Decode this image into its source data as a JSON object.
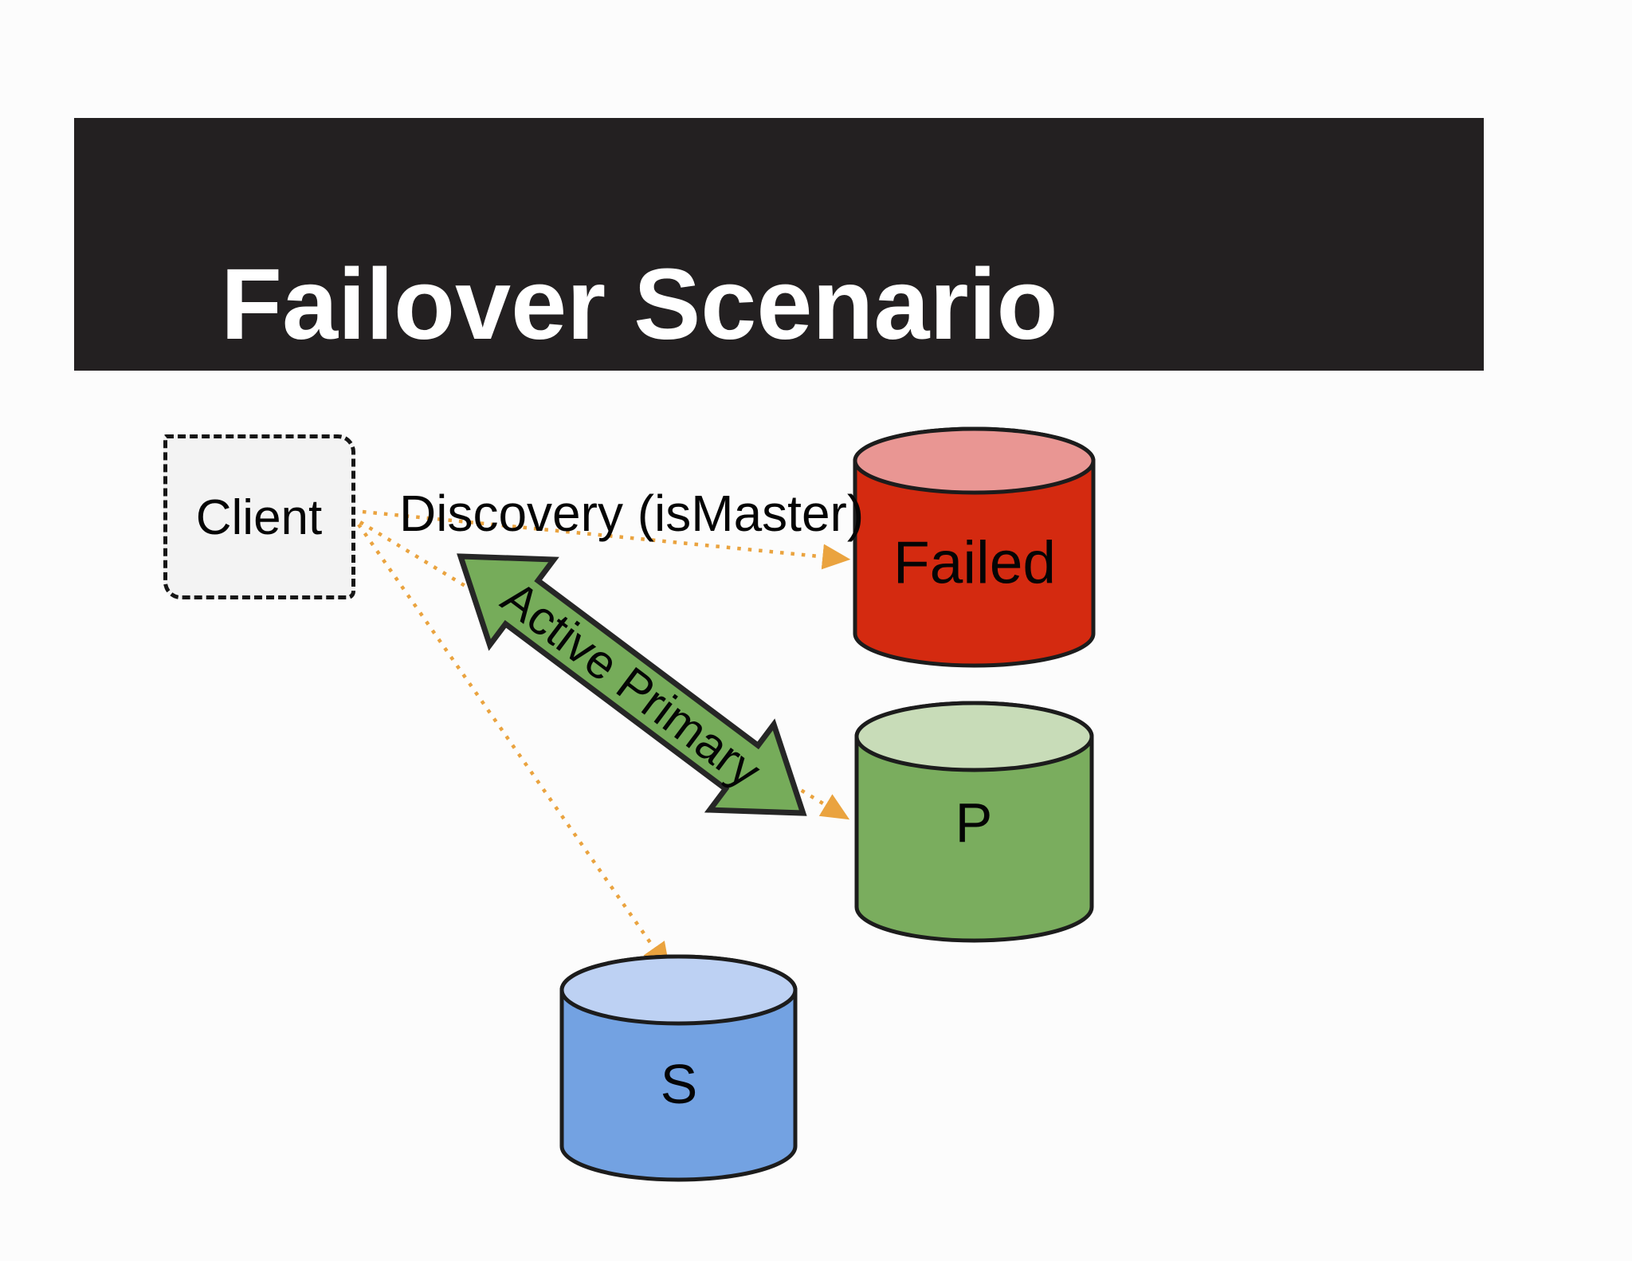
{
  "slide": {
    "title": "Failover Scenario",
    "title_bar_color": "#232021",
    "title_color": "#ffffff",
    "background": "#fcfcfc"
  },
  "diagram": {
    "client": {
      "label": "Client",
      "box_fill": "#f3f3f3",
      "border_color": "#161616"
    },
    "discovery_label": "Discovery (isMaster)",
    "active_primary_label": "Active Primary",
    "connector_color": "#eaa33f",
    "outline_color": "#1c1c1c",
    "active_arrow_color": "#76ac5a",
    "nodes": [
      {
        "id": "failed",
        "label": "Failed",
        "body_color": "#d42a10",
        "top_color": "#e99693"
      },
      {
        "id": "primary",
        "label": "P",
        "body_color": "#7aad5e",
        "top_color": "#c8dcb8"
      },
      {
        "id": "secondary",
        "label": "S",
        "body_color": "#73a2e2",
        "top_color": "#bdd1f3"
      }
    ]
  }
}
